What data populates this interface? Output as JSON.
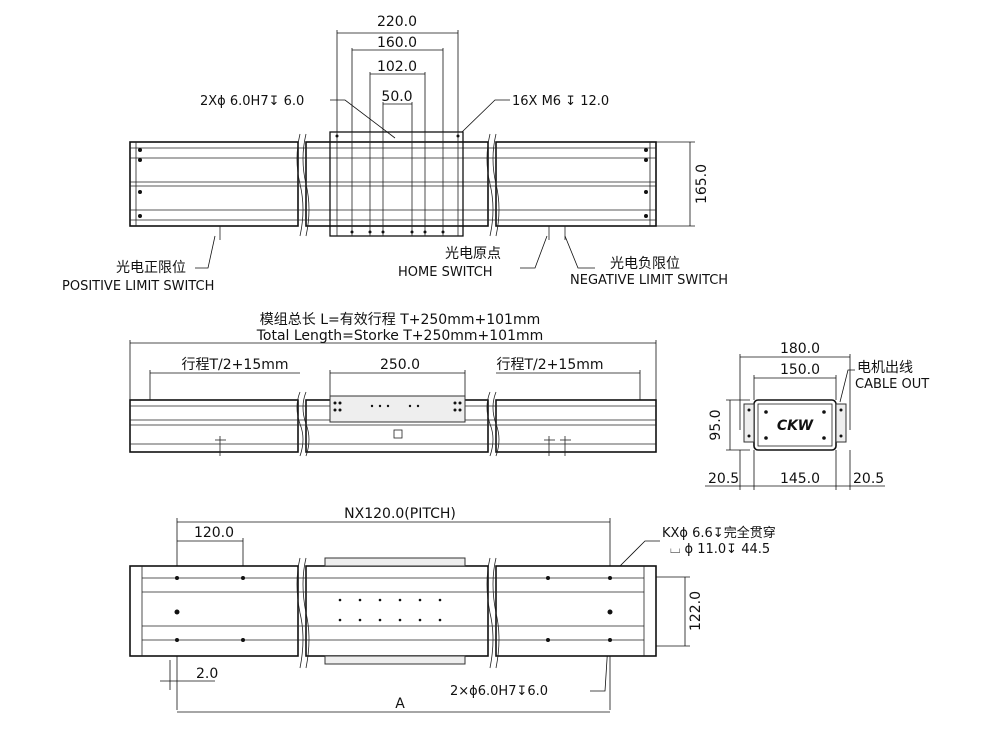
{
  "top_view": {
    "dim_220": "220.0",
    "dim_160": "160.0",
    "dim_102": "102.0",
    "dim_50": "50.0",
    "callout_pin": "2Xϕ 6.0H7↧ 6.0",
    "callout_thread": "16X  M6 ↧ 12.0",
    "dim_165": "165.0",
    "positive_cn": "光电正限位",
    "positive_en": "POSITIVE LIMIT SWITCH",
    "home_cn": "光电原点",
    "home_en": "HOME SWITCH",
    "negative_cn": "光电负限位",
    "negative_en": "NEGATIVE LIMIT SWITCH"
  },
  "side_view": {
    "total_cn": "模组总长 L=有效行程 T+250mm+101mm",
    "total_en": "Total Length=Storke T+250mm+101mm",
    "stroke_left": "行程T/2+15mm",
    "dim_250": "250.0",
    "stroke_right": "行程T/2+15mm"
  },
  "end_view": {
    "dim_180": "180.0",
    "dim_150": "150.0",
    "cable_cn": "电机出线",
    "cable_en": "CABLE OUT",
    "dim_95": "95.0",
    "dim_20_5_left": "20.5",
    "dim_145": "145.0",
    "dim_20_5_right": "20.5",
    "logo": "CKW"
  },
  "bottom_view": {
    "pitch": "NX120.0(PITCH)",
    "dim_120": "120.0",
    "callout_kx_1": "KXϕ 6.6↧完全贯穿",
    "callout_kx_2": "⌴ ϕ 11.0↧ 44.5",
    "dim_122": "122.0",
    "dim_2": "2.0",
    "callout_pin": "2×ϕ6.0H7↧6.0",
    "dim_A": "A"
  }
}
